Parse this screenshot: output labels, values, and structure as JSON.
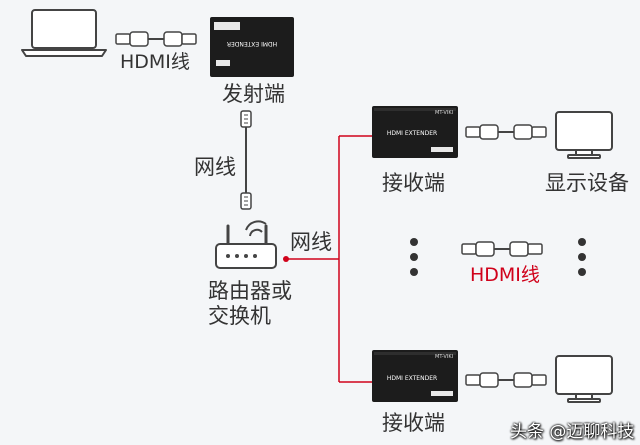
{
  "labels": {
    "hdmi_top": "HDMI线",
    "transmitter": "发射端",
    "cable_vertical": "网线",
    "cable_horizontal": "网线",
    "router_line1": "路由器或",
    "router_line2": "交换机",
    "receiver_1": "接收端",
    "display_1": "显示设备",
    "hdmi_middle": "HDMI线",
    "receiver_2": "接收端"
  },
  "devices": {
    "transmitter_brand": "HDMI EXTENDER",
    "receiver_brand": "HDMI EXTENDER",
    "receiver_model": "MT-VIKI"
  },
  "watermark": "头条 @迈聊科技",
  "colors": {
    "network_line": "#d0021b",
    "hdmi_middle_label": "#d0021b",
    "device_body": "#1c1c1c",
    "outline": "#444444",
    "background": "#f4f6f8"
  }
}
